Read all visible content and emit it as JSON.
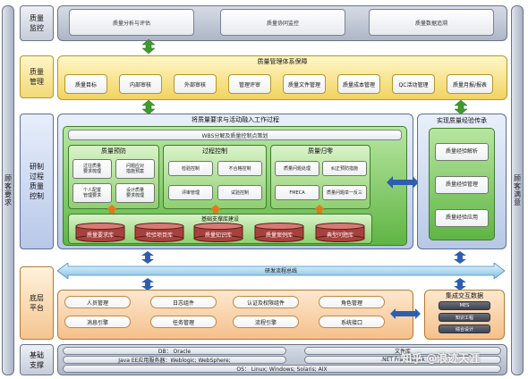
{
  "sidebars": {
    "left": "顾客要求",
    "right": "顾客满意"
  },
  "rows": {
    "monitor": {
      "label": "质量\n监控",
      "items": [
        "质量分析与评估",
        "质量协同监控",
        "质量数据追溯"
      ]
    },
    "management": {
      "label": "质量\n管理",
      "panel_title": "质量管理体系保障",
      "items": [
        "质量目标",
        "内部审核",
        "外部审核",
        "管理评审",
        "质量文件管理",
        "质量成本管理",
        "QC活动管理",
        "质量月报/报表"
      ]
    },
    "rd": {
      "label": "研制\n过程\n质量\n控制",
      "panel_title": "将质量要求与活动融入工作过程",
      "wbs_title": "WBS分解及质量控制点策划",
      "groups": [
        {
          "title": "质量预防",
          "cells": [
            "过往质量\n要求梳理",
            "问题应对\n措施预案",
            "个人配置\n管理要求",
            "设计质量\n要求梳理"
          ]
        },
        {
          "title": "过程控制",
          "cells": [
            "检验控制",
            "不合格控制",
            "评审管理",
            "试验控制"
          ]
        },
        {
          "title": "质量归零",
          "cells": [
            "质量问题处理",
            "纠正预防措施",
            "FMECA",
            "质量问题举一反三"
          ]
        }
      ],
      "base_title": "基础支撑库建设",
      "databases": [
        "质量要求库",
        "检验项目库",
        "质量知识库",
        "质量案例库",
        "典型问题库"
      ],
      "experience": {
        "title": "实现质量经验传承",
        "items": [
          "质量经验解析",
          "质量经验管理",
          "质量经验应用"
        ]
      },
      "bus": "研发流程总线"
    },
    "platform": {
      "label": "底层\n平台",
      "items": [
        "人员管理",
        "日志组件",
        "认证及权限组件",
        "角色管理",
        "消息引擎",
        "任务管理",
        "流程引擎",
        "系统接口"
      ],
      "integration": {
        "title": "集成交互数据",
        "items": [
          "MES",
          "知识工程",
          "综合设计"
        ]
      }
    },
    "support": {
      "label": "基础\n支撑",
      "lines": [
        "DB：  Oracle",
        "文件库",
        "Java EE应用服务器：Weblogic; WebSphere;",
        ".NET FrameWork",
        "OS：    Linux; Windows; Solaris; AIX"
      ]
    }
  },
  "watermark": "知乎 @浪迹天涯",
  "colors": {
    "arrow_green": "#3f9a2e",
    "arrow_blue": "#2d5fae",
    "arrow_orange": "#e07a1a"
  }
}
